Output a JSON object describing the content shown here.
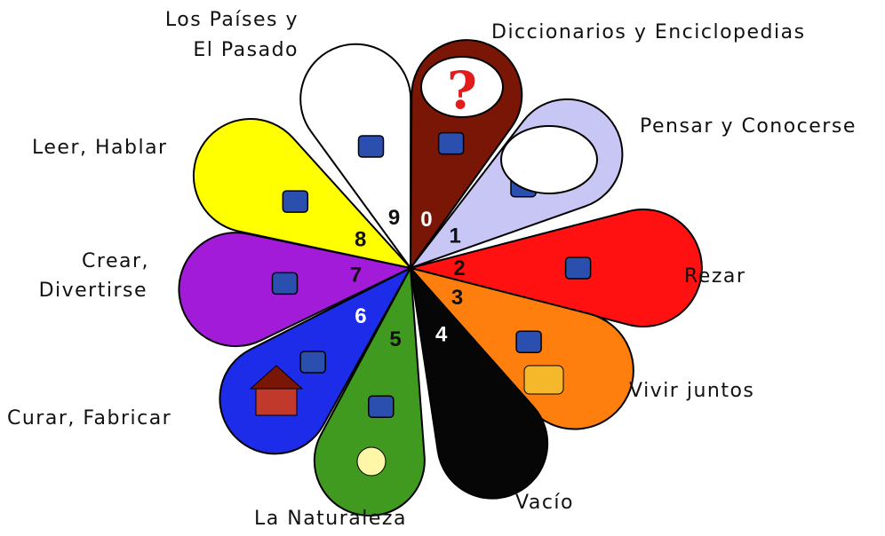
{
  "petals": [
    {
      "number": "0",
      "label": "Diccionarios y Enciclopedias",
      "color": "#7a1606",
      "icon": "question-cloud-icon"
    },
    {
      "number": "1",
      "label": "Pensar y Conocerse",
      "color": "#c8c6f4",
      "icon": "thought-cloud-book-icon"
    },
    {
      "number": "2",
      "label": "Rezar",
      "color": "#ff1111",
      "icon": "praying-person-icon"
    },
    {
      "number": "3",
      "label": "Vivir juntos",
      "color": "#ff7f0e",
      "icon": "family-cake-gift-icon"
    },
    {
      "number": "4",
      "label": "Vacío",
      "color": "#060606",
      "icon": "none"
    },
    {
      "number": "5",
      "label": "La Naturaleza",
      "color": "#3f9a1f",
      "icon": "tree-sheep-flower-icon"
    },
    {
      "number": "6",
      "label": "Curar, Fabricar",
      "color": "#1d2ce8",
      "icon": "house-tools-icon"
    },
    {
      "number": "7",
      "label": "Crear, Divertirse",
      "color": "#a21bd8",
      "icon": "toys-drum-icon"
    },
    {
      "number": "8",
      "label": "Leer, Hablar",
      "color": "#ffff00",
      "icon": "telephone-reader-icon"
    },
    {
      "number": "9",
      "label": "Los Países y El Pasado",
      "color": "#ffffff",
      "icon": "globe-computer-icon"
    }
  ],
  "labels": {
    "l0": "Diccionarios y Enciclopedias",
    "l1": "Pensar y Conocerse",
    "l2": "Rezar",
    "l3": "Vivir juntos",
    "l4": "Vacío",
    "l5": "La Naturaleza",
    "l6": "Curar, Fabricar",
    "l7a": "Crear,",
    "l7b": "Divertirse",
    "l8": "Leer, Hablar",
    "l9a": "Los Países y",
    "l9b": "El Pasado"
  }
}
